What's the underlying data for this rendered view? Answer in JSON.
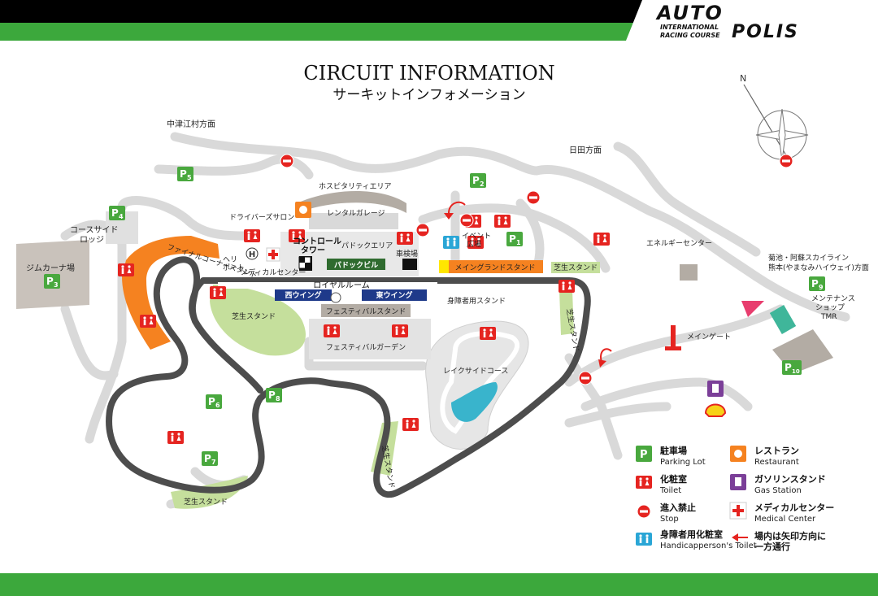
{
  "brand": {
    "logo_top": "AUTO",
    "logo_bottom": "POLIS",
    "tagline_1": "INTERNATIONAL",
    "tagline_2": "RACING COURSE"
  },
  "title": {
    "en": "CIRCUIT INFORMATION",
    "jp": "サーキットインフォメーション"
  },
  "colors": {
    "green": "#3ca83c",
    "parking": "#49a83e",
    "toilet": "#e52420",
    "stop": "#e52420",
    "track": "#555555",
    "road": "#d9d9d9",
    "stand_orange": "#f58220",
    "stand_grass": "#b5d98a",
    "wing": "#1f3a8a",
    "building": "#b3aca4",
    "gas": "#7b3f98",
    "handicap": "#2aa6d6"
  },
  "directions": {
    "nakatsue": "中津江村方面",
    "hita": "日田方面",
    "kikuchi_1": "菊池・阿蘇スカイライン",
    "kikuchi_2": "熊本(やまなみハイウェイ)方面"
  },
  "parking_lots": [
    "1",
    "2",
    "3",
    "4",
    "5",
    "6",
    "7",
    "8",
    "9",
    "10"
  ],
  "places": {
    "hospitality": "ホスピタリティエリア",
    "rental_garage": "レンタルガレージ",
    "drivers_salon": "ドライバーズサロン",
    "control_tower_1": "コントロール",
    "control_tower_2": "タワー",
    "paddock_area": "パドックエリア",
    "paddock_bldg": "パドックビル",
    "inspection": "車検場",
    "heliport_1": "ヘリ",
    "heliport_2": "ポート",
    "heli_symbol": "H",
    "medical_center": "メディカルセンター",
    "course_side_lodge_1": "コースサイド",
    "course_side_lodge_2": "ロッジ",
    "gymkhana": "ジムカーナ場",
    "final_corner_stand": "ファイナルコーナースタンド",
    "royal_room": "ロイヤルルーム",
    "west_wing": "西ウイング",
    "east_wing": "東ウイング",
    "festival_stand": "フェスティバルスタンド",
    "festival_garden": "フェスティバルガーデン",
    "main_grandstand": "メイングランドスタンド",
    "grass_stand": "芝生スタンド",
    "disabled_stand": "身障者用スタンド",
    "event_plaza_1": "イベント",
    "event_plaza_2": "広場",
    "energy_center": "エネルギーセンター",
    "lakeside_course": "レイクサイドコース",
    "main_gate": "メインゲート",
    "maintenance_1": "メンテナンス",
    "maintenance_2": "ショップ",
    "maintenance_3": "TMR"
  },
  "legend": [
    {
      "icon": "parking-icon",
      "jp": "駐車場",
      "en": "Parking Lot"
    },
    {
      "icon": "restaurant-icon",
      "jp": "レストラン",
      "en": "Restaurant"
    },
    {
      "icon": "toilet-icon",
      "jp": "化粧室",
      "en": "Toilet"
    },
    {
      "icon": "gas-station-icon",
      "jp": "ガソリンスタンド",
      "en": "Gas Station"
    },
    {
      "icon": "stop-icon",
      "jp": "進入禁止",
      "en": "Stop"
    },
    {
      "icon": "medical-icon",
      "jp": "メディカルセンター",
      "en": "Medical Center"
    },
    {
      "icon": "handicap-toilet-icon",
      "jp": "身障者用化粧室",
      "en": "Handicapperson's Toilet"
    },
    {
      "icon": "one-way-arrow-icon",
      "jp": "場内は矢印方向に",
      "jp2": "一方通行"
    }
  ],
  "compass": {
    "north": "N"
  }
}
